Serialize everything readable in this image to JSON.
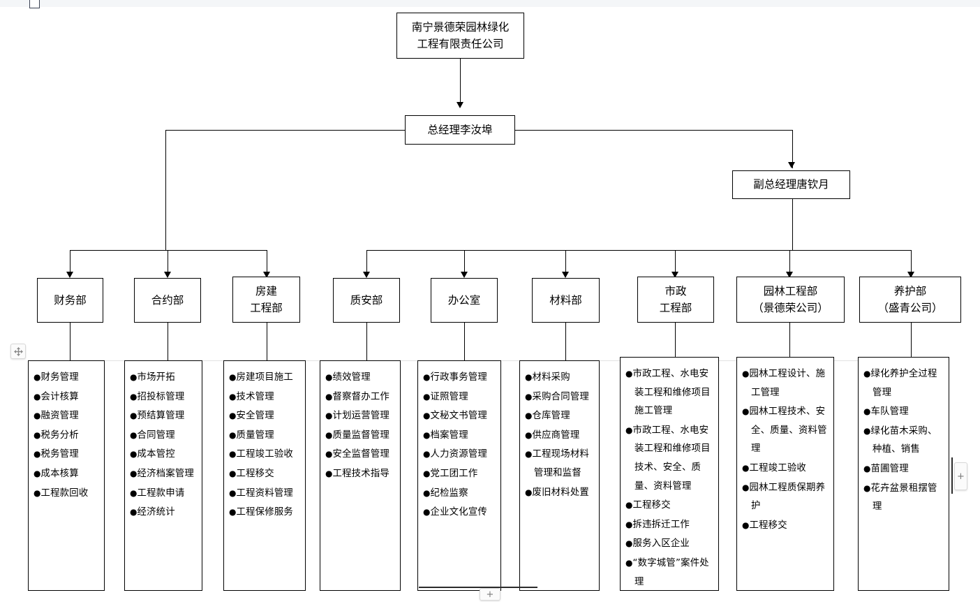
{
  "window": {
    "top_tab_name": "page-tab-handle",
    "handles": {
      "move_label": "move-handle",
      "plus_right_label": "+",
      "plus_bottom_label": "+"
    }
  },
  "chart": {
    "title_box": {
      "lines": [
        "南宁景德荣园林绿化",
        "工程有限责任公司"
      ]
    },
    "general_manager": {
      "lines": [
        "总经理李汝埠"
      ]
    },
    "vice_manager": {
      "lines": [
        "副总经理唐钦月"
      ]
    },
    "departments": [
      {
        "id": "finance",
        "title_lines": [
          "财务部"
        ],
        "items": [
          "财务管理",
          "会计核算",
          "融资管理",
          "税务分析",
          "税务管理",
          "成本核算",
          "工程款回收"
        ]
      },
      {
        "id": "contract",
        "title_lines": [
          "合约部"
        ],
        "items": [
          "市场开拓",
          "招投标管理",
          "预结算管理",
          "合同管理",
          "成本管控",
          "经济档案管理",
          "工程款申请",
          "经济统计"
        ]
      },
      {
        "id": "building-engineering",
        "title_lines": [
          "房建",
          "工程部"
        ],
        "items": [
          "房建项目施工",
          "技术管理",
          "安全管理",
          "质量管理",
          "工程竣工验收",
          "工程移交",
          "工程资料管理",
          "工程保修服务"
        ]
      },
      {
        "id": "quality-safety",
        "title_lines": [
          "质安部"
        ],
        "items": [
          "绩效管理",
          "督察督办工作",
          "计划运营管理",
          "质量监督管理",
          "安全监督管理",
          "工程技术指导"
        ]
      },
      {
        "id": "office",
        "title_lines": [
          "办公室"
        ],
        "items": [
          "行政事务管理",
          "证照管理",
          "文秘文书管理",
          "档案管理",
          "人力资源管理",
          "党工团工作",
          "纪检监察",
          "企业文化宣传"
        ]
      },
      {
        "id": "materials",
        "title_lines": [
          "材料部"
        ],
        "items": [
          "材料采购",
          "采购合同管理",
          "仓库管理",
          "供应商管理",
          "工程现场材料管理和监督",
          "废旧材料处置"
        ]
      },
      {
        "id": "municipal-engineering",
        "title_lines": [
          "市政",
          "工程部"
        ],
        "items": [
          "市政工程、水电安装工程和维修项目施工管理",
          "市政工程、水电安装工程和维修项目技术、安全、质量、资料管理",
          "工程移交",
          "拆违拆迁工作",
          "服务入区企业",
          "“数字城管”案件处理"
        ]
      },
      {
        "id": "landscape-engineering",
        "title_lines": [
          "园林工程部",
          "（景德荣公司）"
        ],
        "items": [
          "园林工程设计、施工管理",
          "园林工程技术、安全、质量、资料管理",
          "工程竣工验收",
          "园林工程质保期养护",
          "工程移交"
        ]
      },
      {
        "id": "maintenance",
        "title_lines": [
          "养护部",
          "（盛青公司）"
        ],
        "items": [
          "绿化养护全过程管理",
          "车队管理",
          "绿化苗木采购、种植、销售",
          "苗圃管理",
          "花卉盆景租摆管理"
        ]
      }
    ],
    "colors": {
      "line": "#000000",
      "box_fill": "#ffffff",
      "text": "#000000"
    }
  }
}
